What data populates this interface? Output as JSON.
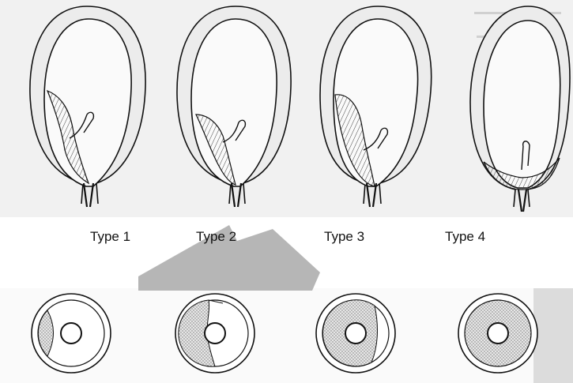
{
  "labels": [
    "Type 1",
    "Type 2",
    "Type 3",
    "Type 4"
  ],
  "colors": {
    "background_top": "#f1f1f1",
    "line": "#111111",
    "stipple": "#999999",
    "placenta_fill": "#d9d9d9",
    "grey_shape": "#a9a9a9"
  }
}
